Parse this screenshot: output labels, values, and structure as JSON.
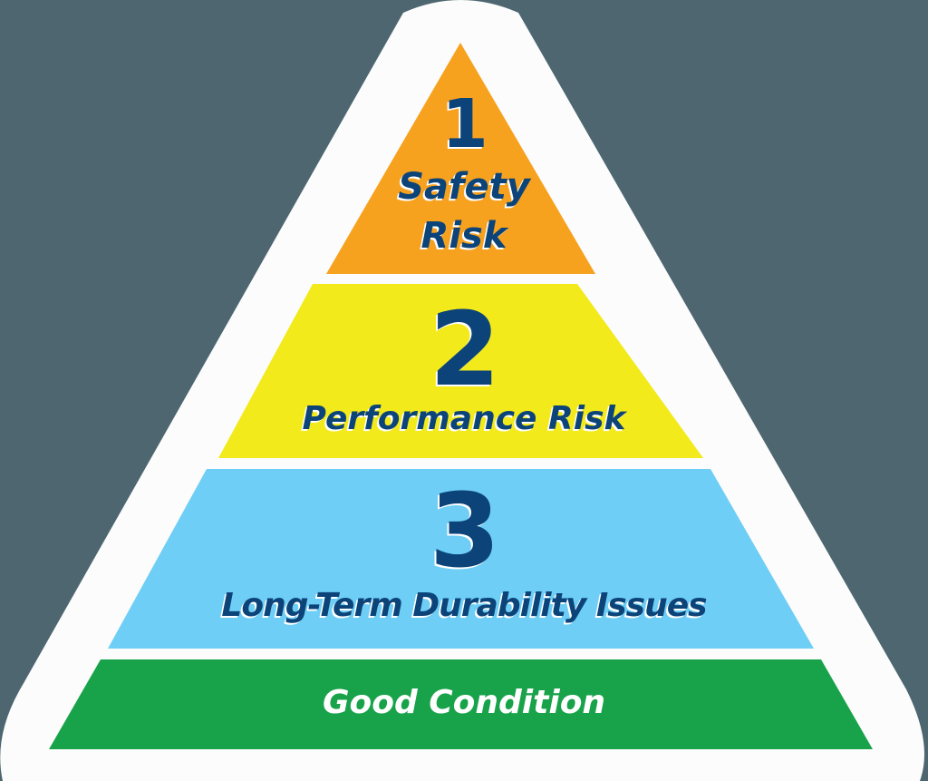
{
  "diagram": {
    "type": "pyramid",
    "background_color": "#4d6670",
    "backdrop_color": "#fcfcfc",
    "text_color": "#0c4479",
    "levels": [
      {
        "rank": "1",
        "label_line1": "Safety",
        "label_line2": "Risk",
        "label": "Safety Risk",
        "color": "#f7a21f"
      },
      {
        "rank": "2",
        "label": "Performance Risk",
        "color": "#f2ea1a"
      },
      {
        "rank": "3",
        "label": "Long-Term Durability Issues",
        "color": "#6ecef5"
      },
      {
        "rank": "",
        "label": "Good Condition",
        "color": "#18a34a"
      }
    ]
  }
}
